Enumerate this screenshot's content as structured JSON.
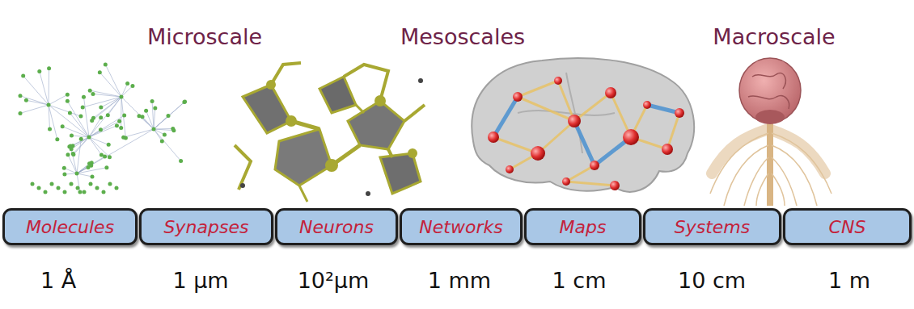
{
  "diagram": {
    "nodes": [
      {
        "text": [
          "Molecules"
        ]
      },
      {
        "text": [
          "Synapses"
        ]
      },
      {
        "text": [
          "Neurons"
        ]
      },
      {
        "text": [
          "Networks"
        ]
      },
      {
        "text": [
          "Maps"
        ]
      },
      {
        "text": [
          "Systems"
        ]
      },
      {
        "text": [
          "CNS"
        ]
      }
    ],
    "labels": [
      "Microscale",
      "Mesoscales",
      "Macroscale",
      "1 Å",
      "1 μm",
      "10²μm",
      "1 mm",
      "1 cm",
      "10 cm",
      "1 m"
    ]
  }
}
